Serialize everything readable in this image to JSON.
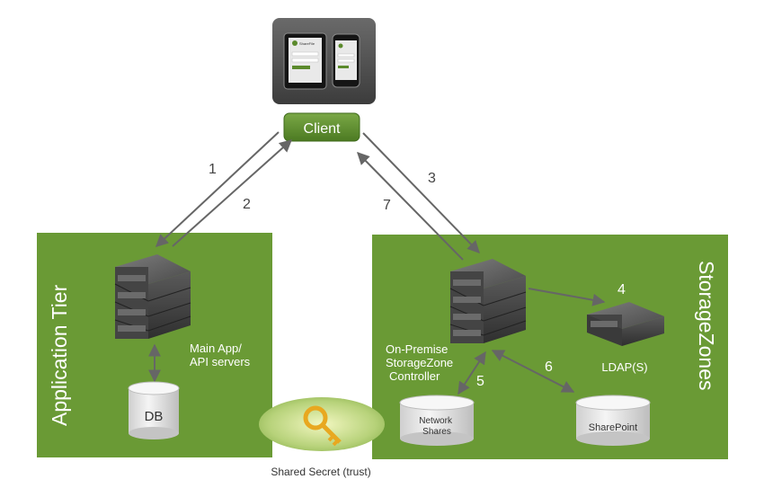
{
  "client": {
    "label": "Client",
    "device_brand": "ShareFile"
  },
  "application_tier": {
    "title": "Application Tier",
    "servers_label": [
      "Main App/",
      "API servers"
    ],
    "db_label": "DB"
  },
  "storage_zones": {
    "title": "StorageZones",
    "controller_label": [
      "On-Premise",
      "StorageZone",
      "Controller"
    ],
    "ldap_label": "LDAP(S)",
    "network_shares_label": [
      "Network",
      "Shares"
    ],
    "sharepoint_label": "SharePoint"
  },
  "shared_secret": {
    "label": "Shared Secret (trust)"
  },
  "steps": {
    "s1": "1",
    "s2": "2",
    "s3": "3",
    "s4": "4",
    "s5": "5",
    "s6": "6",
    "s7": "7"
  },
  "colors": {
    "panel_green": "#6a9a35",
    "client_green": "#5b8a2c",
    "arrow": "#666666",
    "key_gold": "#e8a820"
  }
}
